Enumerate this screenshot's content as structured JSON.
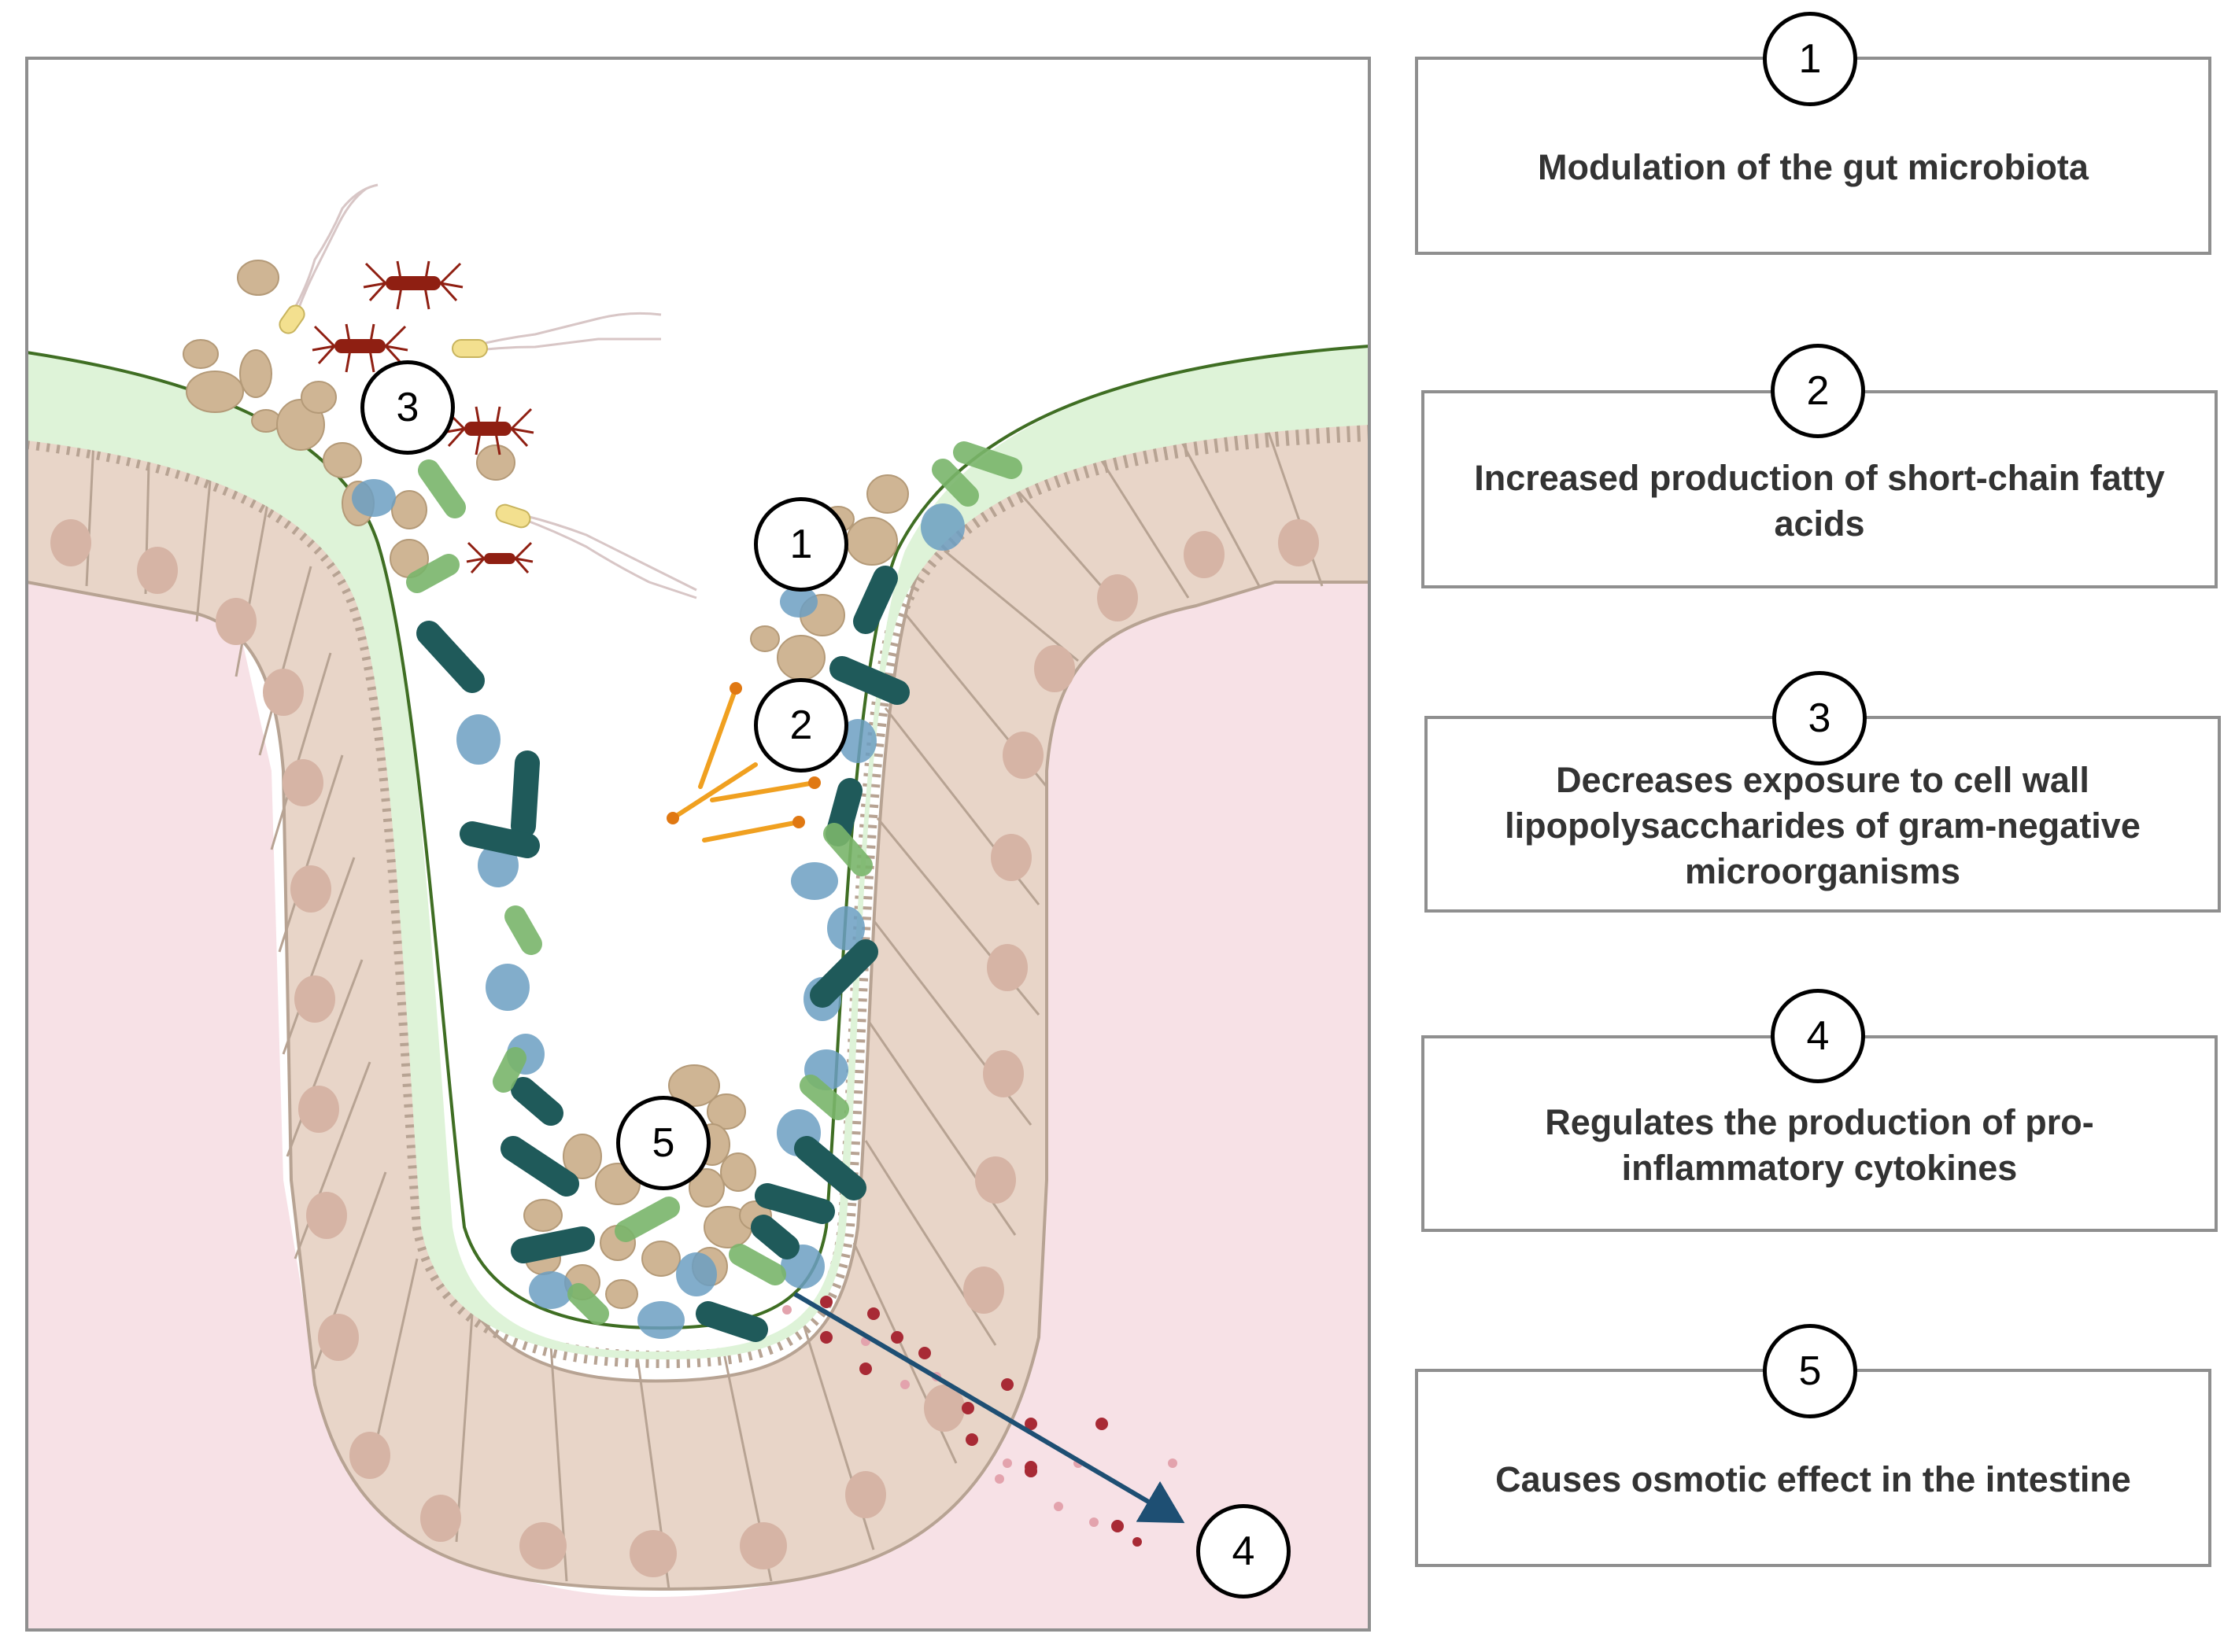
{
  "legend": [
    {
      "number": "1",
      "text": "Modulation of the gut microbiota"
    },
    {
      "number": "2",
      "text": "Increased production of short-chain fatty acids"
    },
    {
      "number": "3",
      "text": "Decreases exposure to cell wall lipopolysaccharides of gram-negative microorganisms"
    },
    {
      "number": "4",
      "text": "Regulates the production of pro-inflammatory cytokines"
    },
    {
      "number": "5",
      "text": "Causes osmotic effect in the intestine"
    }
  ],
  "diagram_markers": [
    {
      "number": "1"
    },
    {
      "number": "2"
    },
    {
      "number": "3"
    },
    {
      "number": "4"
    },
    {
      "number": "5"
    }
  ],
  "colors": {
    "tissue": "#f7e1e6",
    "cell_fill": "#e8d5c8",
    "cell_stroke": "#b7a393",
    "nucleus": "#d6b4a5",
    "mucus": "#def3d8",
    "mucus_line": "#3f6e23",
    "dark_rod": "#1f5a5a",
    "light_rod": "#7ab56b",
    "blue_coccus": "#6c9fc2",
    "tan_yeast": "#cfb594",
    "red_bacteria": "#8f1f12",
    "scfa": "#f0a020",
    "arrow": "#1e4f73",
    "cytokine": "#a82a35"
  }
}
